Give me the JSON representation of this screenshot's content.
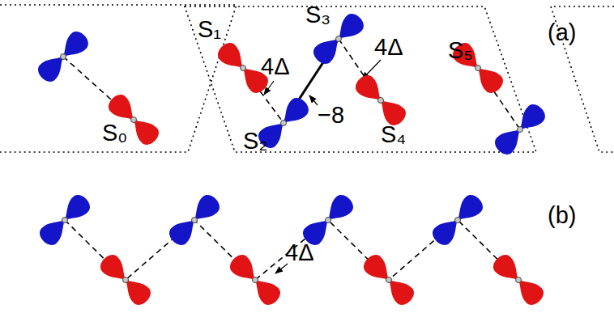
{
  "diagram": {
    "labels": [
      "(a)",
      "S₁",
      "S₃",
      "4Δ",
      "4Δ",
      "S₅",
      "S₀",
      "−8",
      "S₂",
      "S₄",
      "(b)",
      "4Δ"
    ]
  }
}
